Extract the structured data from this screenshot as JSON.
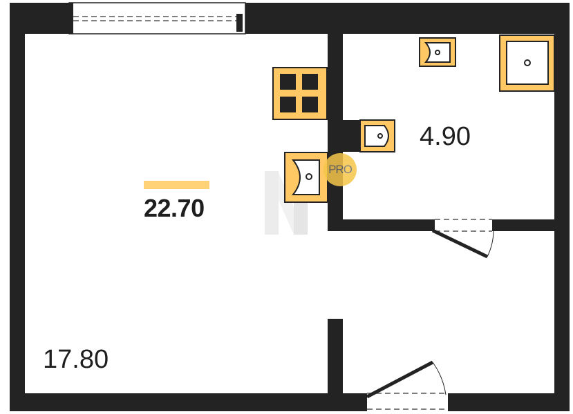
{
  "floorplan": {
    "total_area": "22.70",
    "rooms": [
      {
        "id": "living-room",
        "area": "17.80"
      },
      {
        "id": "bathroom",
        "area": "4.90"
      }
    ],
    "fixtures": [
      "stove",
      "kitchen-sink",
      "bath-sink",
      "toilet",
      "shower"
    ],
    "watermark": {
      "text": "PRO"
    }
  },
  "colors": {
    "wall": "#232323",
    "fixture_fill": "#ffc864",
    "accent_bar": "#ffd278",
    "badge": "#f5c64a",
    "window_line": "#555555",
    "watermark": "#dcdcdc"
  }
}
